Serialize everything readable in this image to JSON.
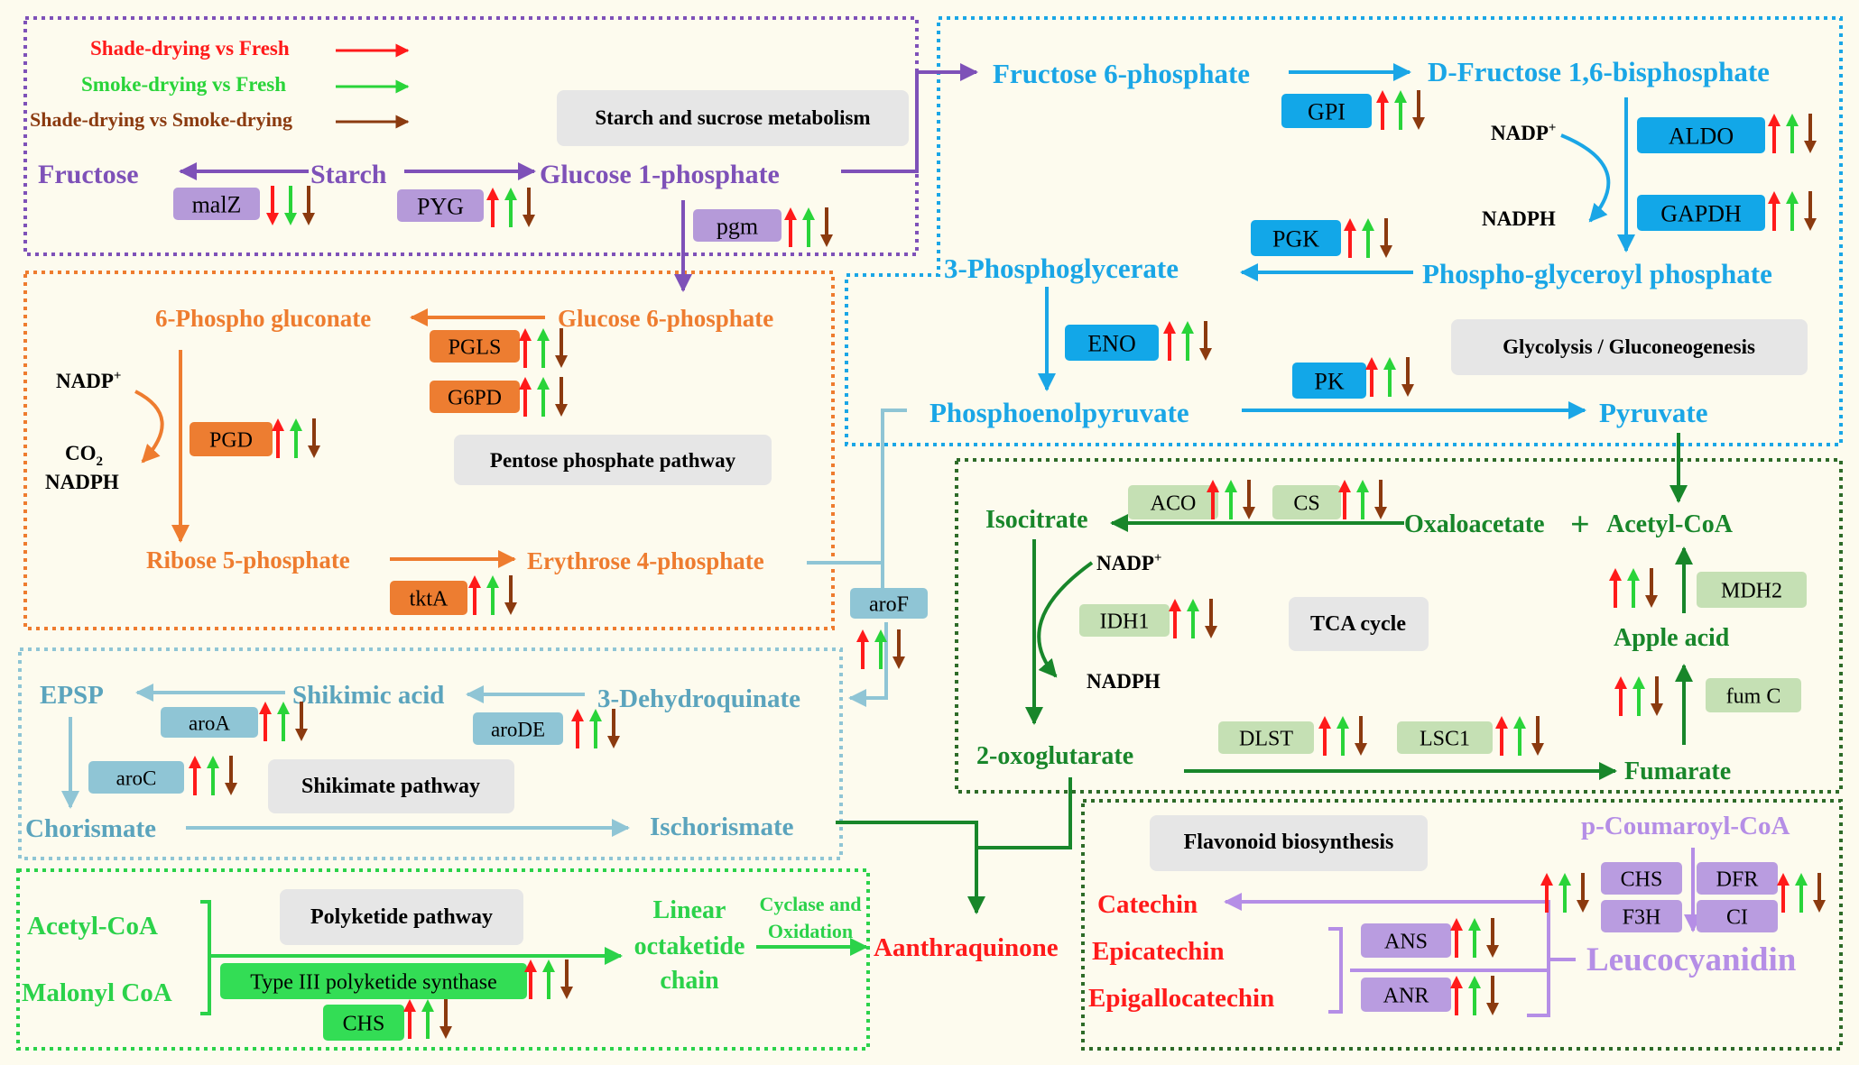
{
  "colors": {
    "background": "#fdfbee",
    "purple": "#7e51b8",
    "purple_box": "#b59ad9",
    "blue": "#1aa6e6",
    "blue_box": "#12a7e8",
    "orange": "#ee7c2f",
    "orange_box": "#ed7d31",
    "teal": "#5ba4bd",
    "teal_box": "#8fc5d5",
    "dark_green": "#18862a",
    "tca_box": "#c5e0b4",
    "bright_green": "#2bd24a",
    "polyketide_box": "#33dd55",
    "red": "#ff1a1a",
    "green_arrow": "#29d439",
    "brown_arrow": "#8b3a0f",
    "lavender": "#b58ee6",
    "lavender_box": "#b99ce0",
    "label_box": "#e6e6e6"
  },
  "legend": {
    "shade_vs_fresh": "Shade-drying  vs Fresh",
    "smoke_vs_fresh": "Smoke-drying  vs Fresh",
    "shade_vs_smoke": "Shade-drying vs Smoke-drying"
  },
  "pathway_labels": {
    "starch": "Starch  and  sucrose metabolism",
    "glycolysis": "Glycolysis / Gluconeogenesis",
    "pentose": "Pentose phosphate pathway",
    "tca": "TCA cycle",
    "shikimate": "Shikimate pathway",
    "polyketide": "Polyketide pathway",
    "flavonoid": "Flavonoid biosynthesis"
  },
  "metabolites": {
    "fructose": "Fructose",
    "starch": "Starch",
    "glucose_1p": "Glucose  1-phosphate",
    "fructose_6p": "Fructose  6-phosphate",
    "fructose_16bp": "D-Fructose  1,6-bisphosphate",
    "phosphoglycerate_3": "3-Phosphoglycerate",
    "phosphoglyceroyl": "Phospho-glyceroyl  phosphate",
    "pep": "Phosphoenolpyruvate",
    "pyruvate": "Pyruvate",
    "glucose_6p": "Glucose 6-phosphate",
    "phosphogluconate": "6-Phospho gluconate",
    "ribose_5p": "Ribose 5-phosphate",
    "erythrose_4p": "Erythrose 4-phosphate",
    "isocitrate": "Isocitrate",
    "oxaloacetate": "Oxaloacetate",
    "plus": "+",
    "acetyl_coa_tca": "Acetyl-CoA",
    "apple_acid": "Apple acid",
    "oxoglutarate": "2-oxoglutarate",
    "fumarate": "Fumarate",
    "epsp": "EPSP",
    "shikimic_acid": "Shikimic acid",
    "dehydroquinate": "3-Dehydroquinate",
    "chorismate": "Chorismate",
    "ischorismate": "Ischorismate",
    "acetyl_coa": "Acetyl-CoA",
    "malonyl_coa": "Malonyl CoA",
    "linear_1": "Linear",
    "linear_2": "octaketide",
    "linear_3": "chain",
    "cyclase_1": "Cyclase and",
    "cyclase_2": "Oxidation",
    "anthraquinone": "Aanthraquinone",
    "catechin": "Catechin",
    "epicatechin": "Epicatechin",
    "epigallocatechin": "Epigallocatechin",
    "coumaroyl": "p-Coumaroyl-CoA",
    "leucocyanidin": "Leucocyanidin"
  },
  "cofactors": {
    "nadp_glyco": "NADP",
    "nadph_glyco": "NADPH",
    "nadp_pentose": "NADP",
    "co2": "CO",
    "co2_sub": "2",
    "nadph_pentose": "NADPH",
    "nadp_tca": "NADP",
    "nadph_tca": "NADPH",
    "plus_sup": "+"
  },
  "genes": {
    "malZ": "malZ",
    "PYG": "PYG",
    "pgm": "pgm",
    "GPI": "GPI",
    "ALDO": "ALDO",
    "GAPDH": "GAPDH",
    "PGK": "PGK",
    "ENO": "ENO",
    "PK": "PK",
    "PGLS": "PGLS",
    "G6PD": "G6PD",
    "PGD": "PGD",
    "tktA": "tktA",
    "aroF": "aroF",
    "ACO": "ACO",
    "CS": "CS",
    "IDH1": "IDH1",
    "MDH2": "MDH2",
    "fumC": "fum  C",
    "DLST": "DLST",
    "LSC1": "LSC1",
    "aroA": "aroA",
    "aroDE": "aroDE",
    "aroC": "aroC",
    "typeIII": "Type  III polyketide  synthase",
    "CHS_poly": "CHS",
    "CHS": "CHS",
    "DFR": "DFR",
    "F3H": "F3H",
    "CI": "CI",
    "ANS": "ANS",
    "ANR": "ANR"
  },
  "regulation": {
    "malZ": [
      "down",
      "down",
      "down"
    ],
    "PYG": [
      "up",
      "up",
      "down"
    ],
    "pgm": [
      "up",
      "up",
      "down"
    ],
    "GPI": [
      "up",
      "up",
      "down"
    ],
    "ALDO": [
      "up",
      "up",
      "down"
    ],
    "GAPDH": [
      "up",
      "up",
      "down"
    ],
    "PGK": [
      "up",
      "up",
      "down"
    ],
    "ENO": [
      "up",
      "up",
      "down"
    ],
    "PK": [
      "up",
      "up",
      "down"
    ],
    "PGLS": [
      "up",
      "up",
      "down"
    ],
    "G6PD": [
      "up",
      "up",
      "down"
    ],
    "PGD": [
      "up",
      "up",
      "down"
    ],
    "tktA": [
      "up",
      "up",
      "down"
    ],
    "aroF": [
      "up",
      "up",
      "down"
    ],
    "ACO": [
      "up",
      "up",
      "down"
    ],
    "CS": [
      "up",
      "up",
      "down"
    ],
    "IDH1": [
      "up",
      "up",
      "down"
    ],
    "MDH2": [
      "up",
      "up",
      "down"
    ],
    "fumC": [
      "up",
      "up",
      "down"
    ],
    "DLST": [
      "up",
      "up",
      "down"
    ],
    "LSC1": [
      "up",
      "up",
      "down"
    ],
    "aroA": [
      "up",
      "up",
      "down"
    ],
    "aroDE": [
      "up",
      "up",
      "down"
    ],
    "aroC": [
      "up",
      "up",
      "down"
    ],
    "typeIII": [
      "up",
      "up",
      "down"
    ],
    "CHS_poly": [
      "up",
      "up",
      "down"
    ],
    "CHS_flav": [
      "up",
      "up",
      "down"
    ],
    "DFR": [
      "up",
      "up",
      "down"
    ],
    "ANS": [
      "up",
      "up",
      "down"
    ],
    "ANR": [
      "up",
      "up",
      "down"
    ]
  }
}
